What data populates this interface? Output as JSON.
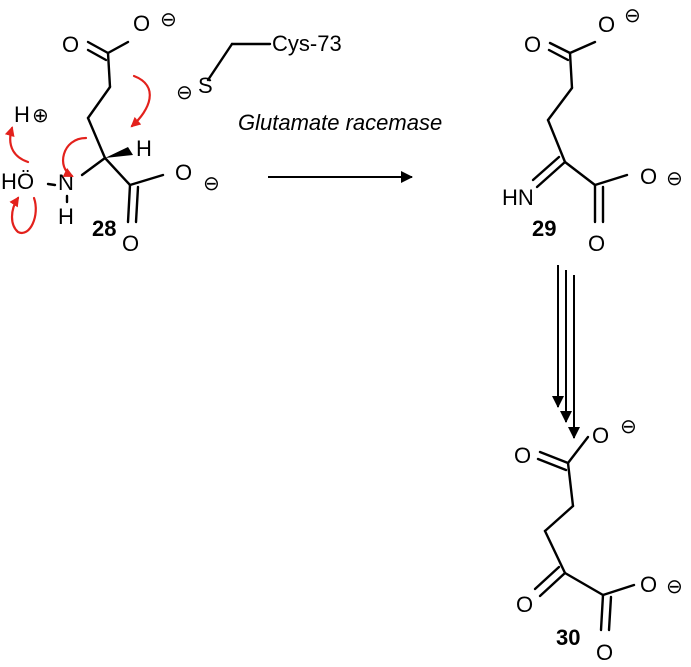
{
  "enzyme_label": "Glutamate racemase",
  "cysteine_label": "Cys-73",
  "atoms": {
    "O": "O",
    "S": "S",
    "H": "H",
    "N": "N",
    "O_lone_pair": "Ö",
    "HN": "HN"
  },
  "charges": {
    "negative": "⊖",
    "positive": "⊕"
  },
  "compounds": {
    "c28": "28",
    "c29": "29",
    "c30": "30"
  },
  "colors": {
    "ink": "#000000",
    "electron_push_arrow": "#e3211c"
  }
}
